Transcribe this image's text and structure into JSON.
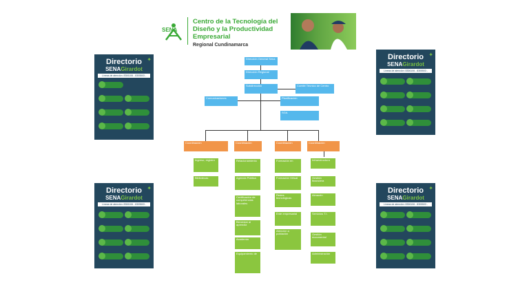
{
  "header": {
    "logo_text": "SENA",
    "title": "Centro de la Tecnología del Diseño y la Productividad Empresarial",
    "subtitle": "Regional Cundinamarca"
  },
  "directory": {
    "title": "Directorio",
    "sena": "SENA",
    "city": "Girardot",
    "lines": "Líneas de atención: 8306106 - 8305503 - 8303306"
  },
  "org": {
    "director": "Dirección General Sena",
    "regional": "Dirección Regional",
    "subdirector": "Subdirección",
    "comite": "Comité Técnico de Centro",
    "comunicaciones": "Comunicaciones",
    "planificacion": "Planificación",
    "sga": "SGA",
    "coord": [
      "Coordinación",
      "Coordinación",
      "Coordinación",
      "Coordinación"
    ],
    "col1": [
      "Ingreso, registro",
      "Bibliotecas"
    ],
    "col2": [
      "Relacionamiento",
      "Agencia Pública",
      "Certificación de competencias laborales",
      "Bienestar al aprendiz",
      "Academia",
      "Equipamiento de"
    ],
    "col3": [
      "Formación en",
      "Formación Virtual",
      "Redes tecnológicas",
      "Ente empresarial",
      "Atención a población"
    ],
    "col4": [
      "Infraestructura",
      "Gestión financiera",
      "Almacén",
      "Servicios T.I.",
      "Gestión documental",
      "Administración"
    ]
  },
  "colors": {
    "green": "#39a935",
    "navy": "#23475d",
    "blue": "#55b8ec",
    "orange": "#f19548",
    "lime": "#8bc63f"
  }
}
